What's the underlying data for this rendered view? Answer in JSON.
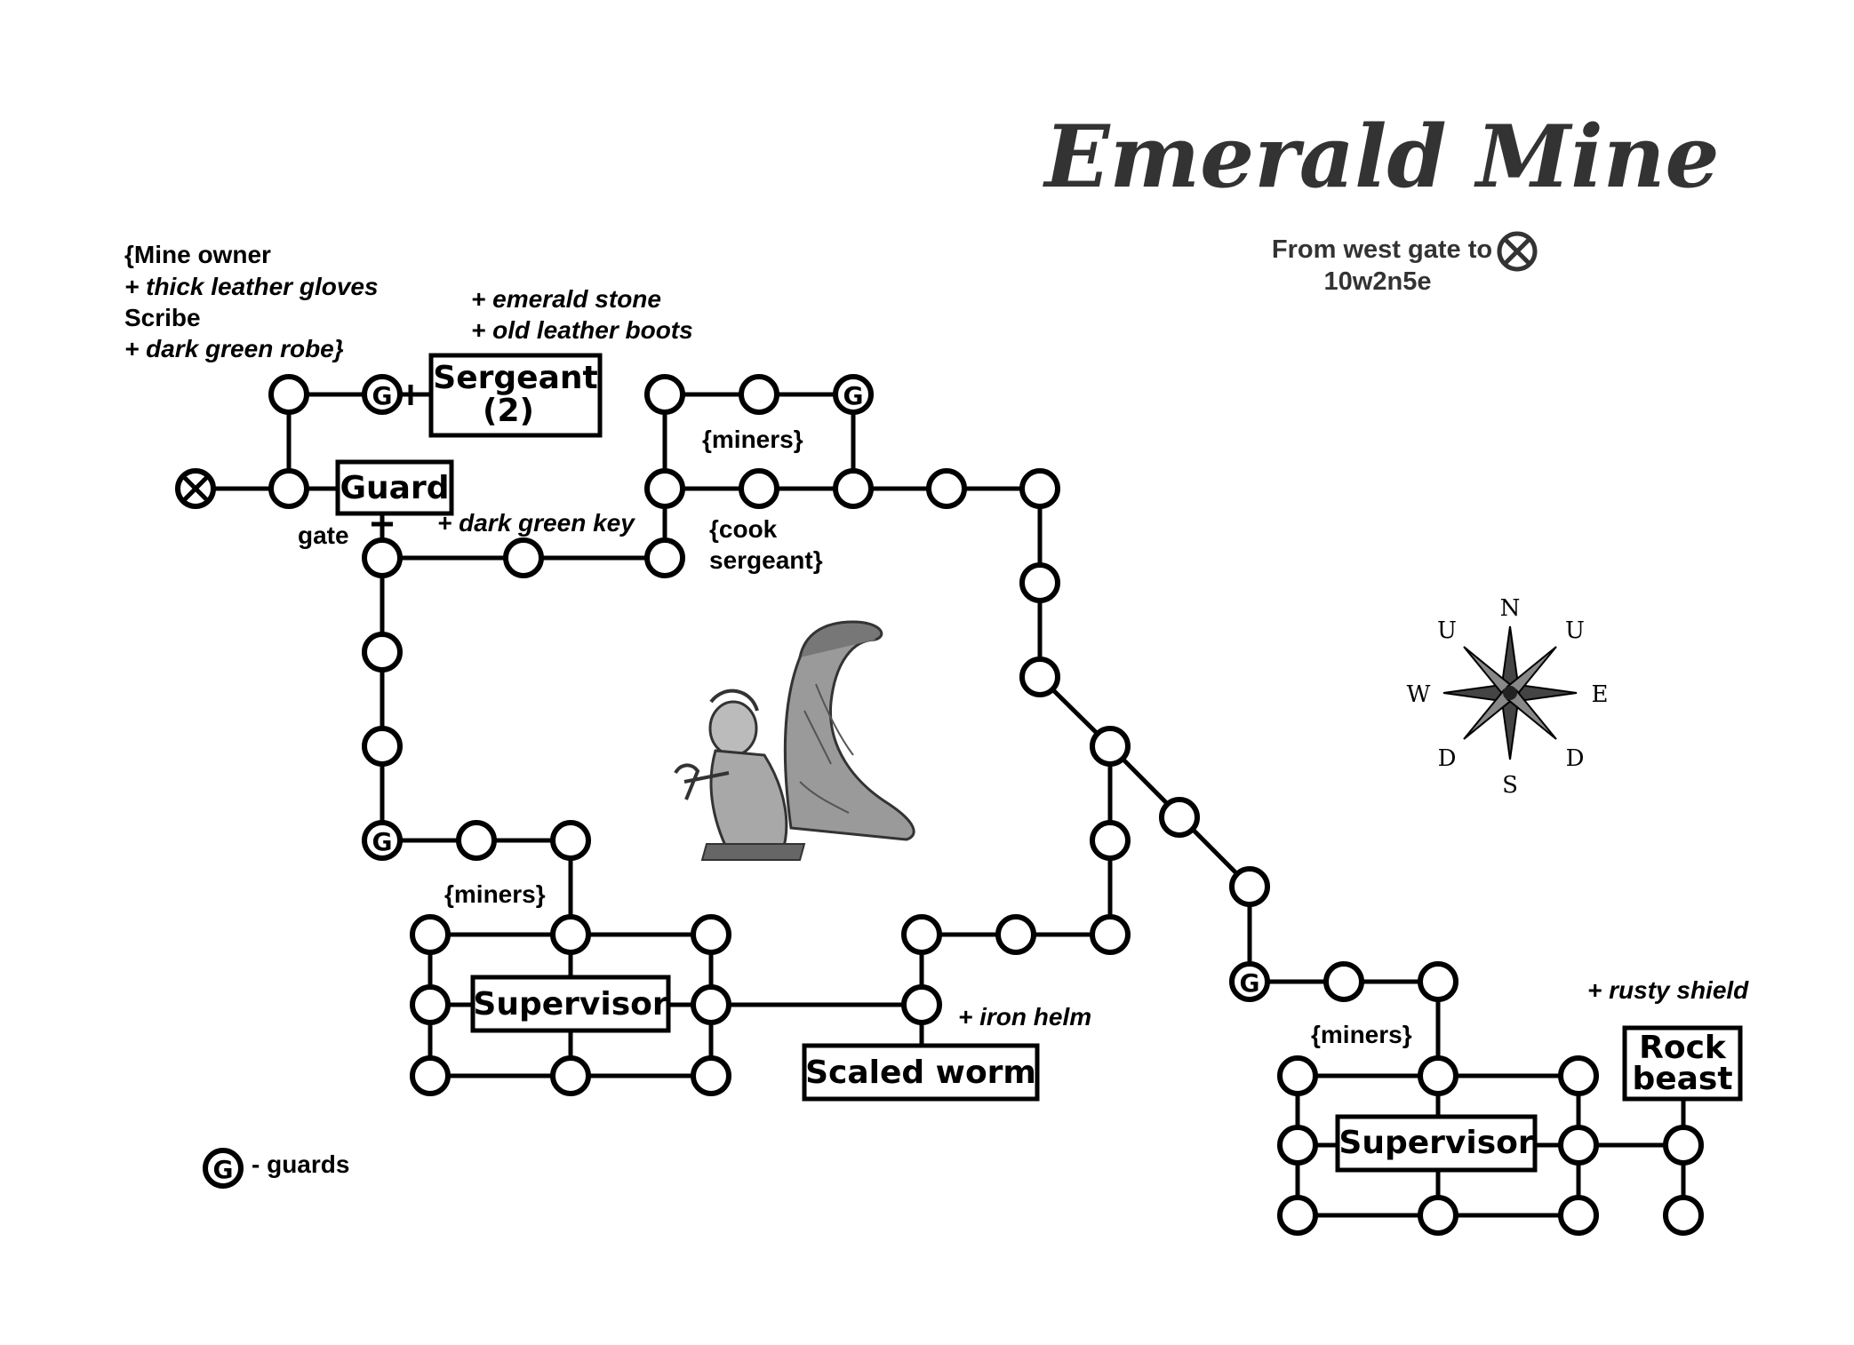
{
  "title": "Emerald Mine",
  "route": {
    "line1": "From west gate to",
    "line2": "10w2n5e"
  },
  "labels": {
    "owner_1": "{Mine owner",
    "owner_2": "+ thick leather gloves",
    "owner_3": "Scribe",
    "owner_4": "+ dark green robe}",
    "emerald_stone": "+ emerald stone",
    "leather_boots": "+ old leather boots",
    "miners_top": "{miners}",
    "gate": "gate",
    "green_key": "+ dark green key",
    "cook_1": "{cook",
    "cook_2": "sergeant}",
    "miners_left": "{miners}",
    "iron_helm": "+ iron helm",
    "miners_right": "{miners}",
    "rusty_shield": "+ rusty shield",
    "legend_guards": "- guards"
  },
  "boxes": {
    "sergeant_1": "Sergeant",
    "sergeant_2": "(2)",
    "guard": "Guard",
    "supervisor_left": "Supervisor",
    "scaled_worm": "Scaled worm",
    "supervisor_right": "Supervisor",
    "rock_1": "Rock",
    "rock_2": "beast"
  },
  "guard_symbol": "G",
  "compass": {
    "n": "N",
    "s": "S",
    "e": "E",
    "w": "W",
    "u_left": "U",
    "u_right": "U",
    "d_left": "D",
    "d_right": "D"
  },
  "icons": {
    "exit": "circle-x-icon",
    "guard": "guard-g-icon",
    "compass": "compass-rose-icon",
    "illustration": "miner-and-worm-illustration"
  }
}
